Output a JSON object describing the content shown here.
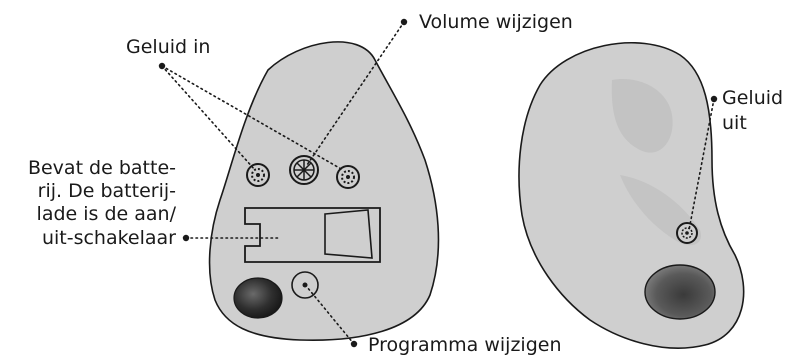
{
  "labels": {
    "sound_in": "Geluid in",
    "volume": "Volume wijzigen",
    "sound_out_1": "Geluid",
    "sound_out_2": "uit",
    "battery_1": "Bevat de batte-",
    "battery_2": "rij. De batterij-",
    "battery_3": "lade is de aan/",
    "battery_4": "uit-schakelaar",
    "program": "Programma wijzigen"
  },
  "colors": {
    "shell": "#cfcfcf",
    "shell_shadow": "#b9b9b9",
    "outline": "#1a1a1a",
    "opening": "#2a2a2a"
  }
}
